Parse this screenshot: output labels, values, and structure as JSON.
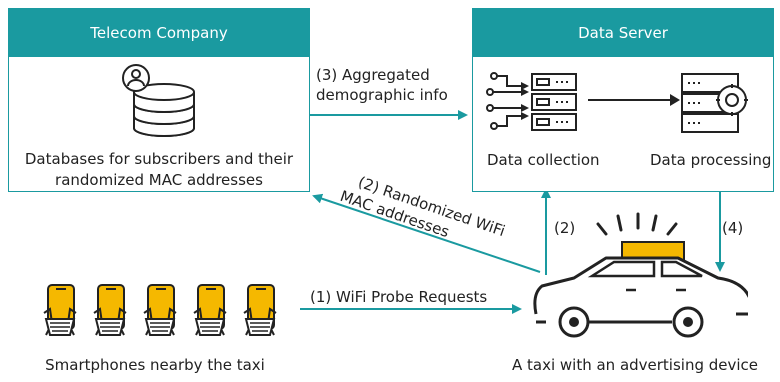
{
  "telecom": {
    "title": "Telecom Company",
    "db_label_1": "Databases for subscribers and their",
    "db_label_2": "randomized MAC addresses"
  },
  "server": {
    "title": "Data Server",
    "collection_label": "Data collection",
    "processing_label": "Data processing"
  },
  "arrows": {
    "aggregated_1": "(3) Aggregated",
    "aggregated_2": "demographic info",
    "randomized_1": "(2) Randomized WiFi",
    "randomized_2": "MAC addresses",
    "probe": "(1) WiFi Probe Requests",
    "step2": "(2)",
    "step4": "(4)"
  },
  "smartphones_label": "Smartphones nearby the taxi",
  "taxi_label": "A taxi with an advertising device",
  "colors": {
    "teal": "#1a9aa0",
    "phone": "#f5b800",
    "ink": "#222222"
  },
  "icons": [
    "database-user-icon",
    "data-collection-servers-icon",
    "data-processing-server-icon",
    "smartphone-hand-icon",
    "taxi-icon"
  ]
}
